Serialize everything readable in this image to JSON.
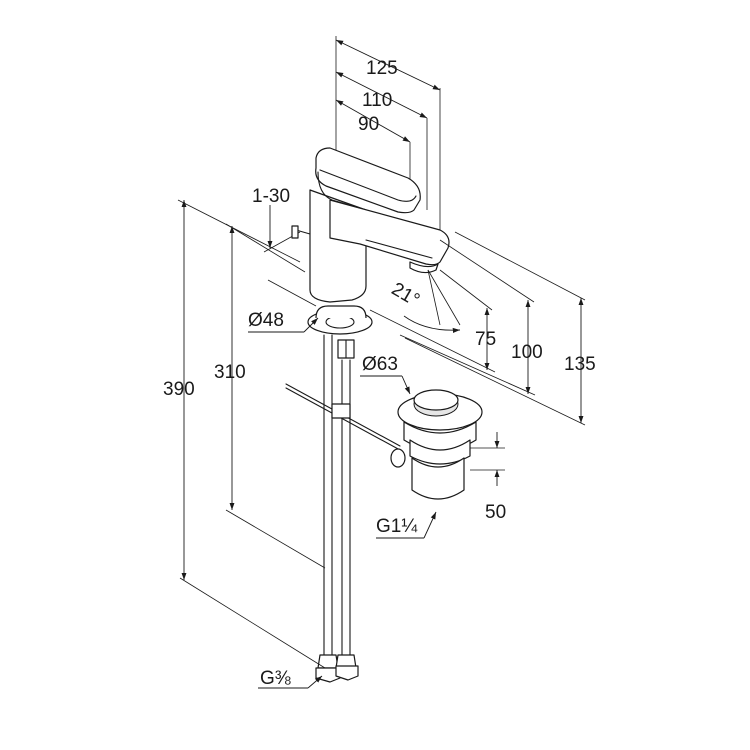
{
  "dimensions": {
    "width_125": "125",
    "width_110": "110",
    "width_90": "90",
    "range_1_30": "1-30",
    "angle_21": "21°",
    "dia_48": "Ø48",
    "height_75": "75",
    "height_100": "100",
    "height_135": "135",
    "dia_63": "Ø63",
    "height_310": "310",
    "height_390": "390",
    "height_50": "50",
    "thread_g114": "G1¼",
    "thread_g38": "G⅜"
  }
}
